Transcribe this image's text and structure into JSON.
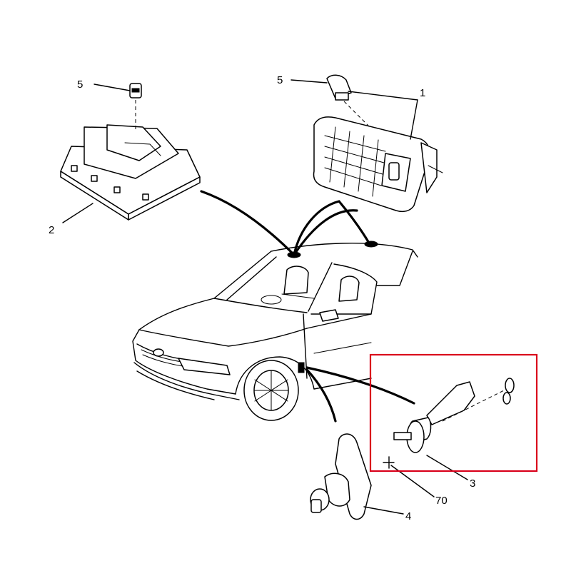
{
  "callouts": [
    {
      "id": "c1",
      "label": "1"
    },
    {
      "id": "c2",
      "label": "2"
    },
    {
      "id": "c3",
      "label": "3"
    },
    {
      "id": "c4",
      "label": "4"
    },
    {
      "id": "c5a",
      "label": "5"
    },
    {
      "id": "c5b",
      "label": "5"
    },
    {
      "id": "c70",
      "label": "70"
    }
  ],
  "highlight": {
    "color": "#d9001b"
  }
}
